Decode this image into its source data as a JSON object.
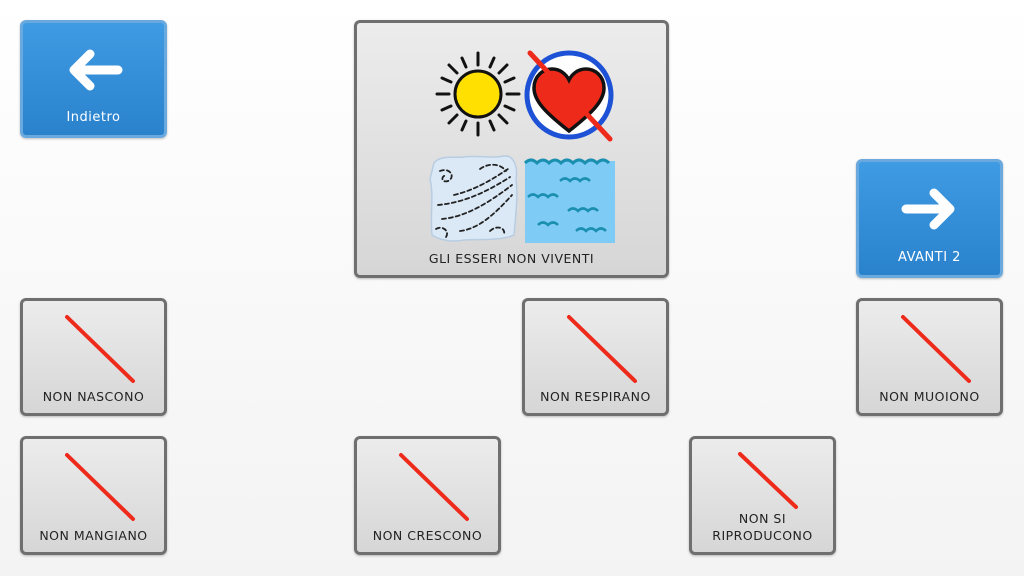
{
  "nav": {
    "back_label": "Indietro",
    "next_label": "AVANTI 2"
  },
  "title_tile": {
    "label": "GLI ESSERI NON VIVENTI"
  },
  "tiles": {
    "nascono": "NON NASCONO",
    "respirano": "NON RESPIRANO",
    "muoiono": "NON MUOIONO",
    "mangiano": "NON MANGIANO",
    "crescono": "NON CRESCONO",
    "riproducono_1": "NON SI",
    "riproducono_2": "RIPRODUCONO"
  },
  "icons": {
    "back": "arrow-left-icon",
    "next": "arrow-right-icon",
    "slash": "red-slash-icon",
    "sun": "sun-icon",
    "no_heart": "crossed-heart-icon",
    "wind": "wind-icon",
    "water": "water-icon"
  },
  "colors": {
    "nav_blue": "#2f8fd8",
    "slash_red": "#ee2a1b",
    "tile_border": "#6f6f6f",
    "sun_yellow": "#ffe000",
    "heart_red": "#ee2a1b",
    "ring_blue": "#1e52d6",
    "water_blue": "#7ecbf6"
  }
}
